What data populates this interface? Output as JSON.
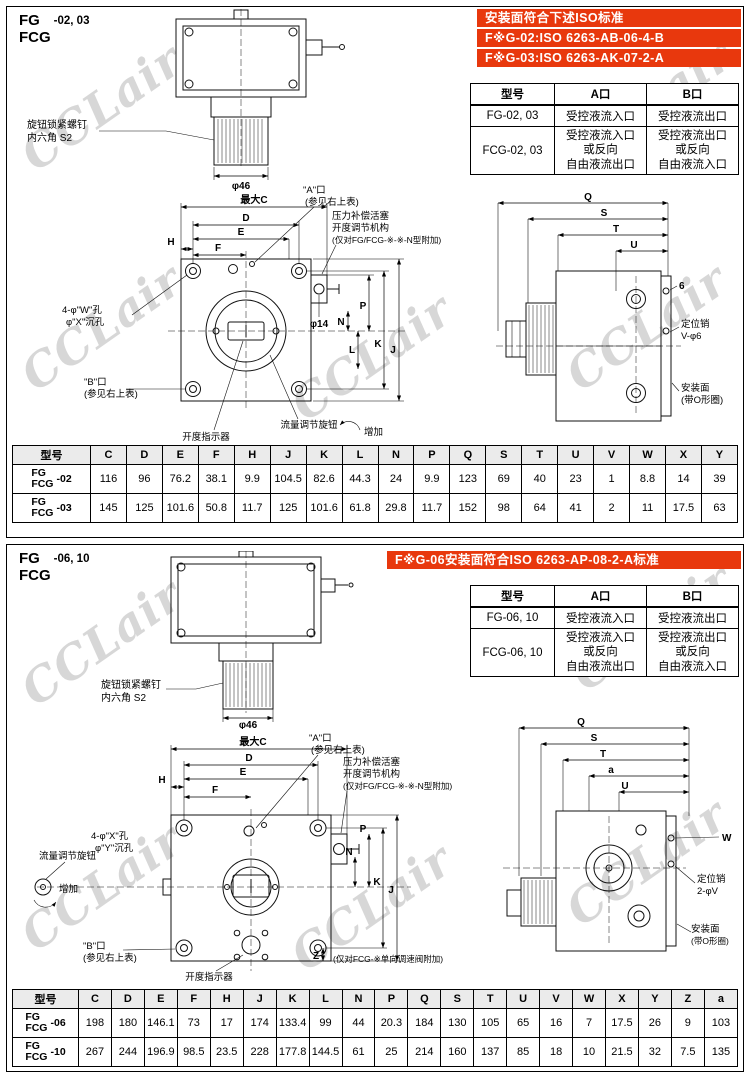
{
  "watermark": {
    "text": "CCLair"
  },
  "colors": {
    "banner_red": "#e8380d"
  },
  "s1": {
    "title1": "FG",
    "title2": "FCG",
    "title_suffix": "-02, 03",
    "banner_line1": "安装面符合下述ISO标准",
    "banner_line2": "F※G-02:ISO 6263-AB-06-4-B",
    "banner_line3": "F※G-03:ISO 6263-AK-07-2-A",
    "port_table": {
      "h_model": "型号",
      "h_a": "A口",
      "h_b": "B口",
      "r1_model": "FG-02, 03",
      "r1_a": "受控液流入口",
      "r1_b": "受控液流出口",
      "r2_model": "FCG-02, 03",
      "r2_a": "受控液流入口\n或反向\n自由液流出口",
      "r2_b": "受控液流出口\n或反向\n自由液流入口"
    },
    "labels": {
      "knob_lock1": "旋钮锁紧螺钉",
      "knob_lock2": "内六角 S2",
      "phi46": "φ46",
      "port_a1": "\"A\"口",
      "port_a2": "(参见右上表)",
      "comp1": "压力补偿活塞",
      "comp2": "开度调节机构",
      "comp3": "(仅对FG/FCG-※-※-N型附加)",
      "max_c": "最大C",
      "d": "D",
      "e": "E",
      "h": "H",
      "f": "F",
      "phi14": "φ14",
      "l": "L",
      "n": "N",
      "p": "P",
      "k": "K",
      "j": "J",
      "holes1": "4-φ\"W\"孔",
      "holes2": "φ\"X\"沉孔",
      "port_b1": "\"B\"口",
      "port_b2": "(参见右上表)",
      "indicator": "开度指示器",
      "flow_knob": "流量调节旋钮",
      "increase": "增加",
      "q": "Q",
      "s": "S",
      "t": "T",
      "u": "U",
      "six": "6",
      "pin1": "定位销",
      "pin2": "V-φ6",
      "mount1": "安装面",
      "mount2": "(带O形圈)"
    },
    "dim_table": {
      "headers": [
        "型号",
        "C",
        "D",
        "E",
        "F",
        "H",
        "J",
        "K",
        "L",
        "N",
        "P",
        "Q",
        "S",
        "T",
        "U",
        "V",
        "W",
        "X",
        "Y"
      ],
      "rows": [
        {
          "m1": "FG",
          "m2": "FCG",
          "suffix": "-02",
          "v": [
            "116",
            "96",
            "76.2",
            "38.1",
            "9.9",
            "104.5",
            "82.6",
            "44.3",
            "24",
            "9.9",
            "123",
            "69",
            "40",
            "23",
            "1",
            "8.8",
            "14",
            "39"
          ]
        },
        {
          "m1": "FG",
          "m2": "FCG",
          "suffix": "-03",
          "v": [
            "145",
            "125",
            "101.6",
            "50.8",
            "11.7",
            "125",
            "101.6",
            "61.8",
            "29.8",
            "11.7",
            "152",
            "98",
            "64",
            "41",
            "2",
            "11",
            "17.5",
            "63"
          ]
        }
      ]
    }
  },
  "s2": {
    "title1": "FG",
    "title2": "FCG",
    "title_suffix": "-06, 10",
    "banner_line1": "F※G-06安装面符合ISO 6263-AP-08-2-A标准",
    "port_table": {
      "h_model": "型号",
      "h_a": "A口",
      "h_b": "B口",
      "r1_model": "FG-06, 10",
      "r1_a": "受控液流入口",
      "r1_b": "受控液流出口",
      "r2_model": "FCG-06, 10",
      "r2_a": "受控液流入口\n或反向\n自由液流出口",
      "r2_b": "受控液流出口\n或反向\n自由液流入口"
    },
    "labels": {
      "knob_lock1": "旋钮锁紧螺钉",
      "knob_lock2": "内六角 S2",
      "phi46": "φ46",
      "port_a1": "\"A\"口",
      "port_a2": "(参见右上表)",
      "comp1": "压力补偿活塞",
      "comp2": "开度调节机构",
      "comp3": "(仅对FG/FCG-※-※-N型附加)",
      "max_c": "最大C",
      "d": "D",
      "e": "E",
      "h": "H",
      "f": "F",
      "n": "N",
      "p": "P",
      "k": "K",
      "j": "J",
      "z": "Z",
      "z_note": "(仅对FCG-※单向调速阀附加)",
      "holes1": "4-φ\"X\"孔",
      "holes2": "φ\"Y\"沉孔",
      "port_b1": "\"B\"口",
      "port_b2": "(参见右上表)",
      "indicator": "开度指示器",
      "flow_knob": "流量调节旋钮",
      "increase": "增加",
      "q": "Q",
      "s": "S",
      "t": "T",
      "a_dim": "a",
      "u": "U",
      "w": "W",
      "pin1": "定位销",
      "pin2": "2-φV",
      "mount1": "安装面",
      "mount2": "(带O形圈)"
    },
    "dim_table": {
      "headers": [
        "型号",
        "C",
        "D",
        "E",
        "F",
        "H",
        "J",
        "K",
        "L",
        "N",
        "P",
        "Q",
        "S",
        "T",
        "U",
        "V",
        "W",
        "X",
        "Y",
        "Z",
        "a"
      ],
      "rows": [
        {
          "m1": "FG",
          "m2": "FCG",
          "suffix": "-06",
          "v": [
            "198",
            "180",
            "146.1",
            "73",
            "17",
            "174",
            "133.4",
            "99",
            "44",
            "20.3",
            "184",
            "130",
            "105",
            "65",
            "16",
            "7",
            "17.5",
            "26",
            "9",
            "103"
          ]
        },
        {
          "m1": "FG",
          "m2": "FCG",
          "suffix": "-10",
          "v": [
            "267",
            "244",
            "196.9",
            "98.5",
            "23.5",
            "228",
            "177.8",
            "144.5",
            "61",
            "25",
            "214",
            "160",
            "137",
            "85",
            "18",
            "10",
            "21.5",
            "32",
            "7.5",
            "135"
          ]
        }
      ]
    }
  }
}
